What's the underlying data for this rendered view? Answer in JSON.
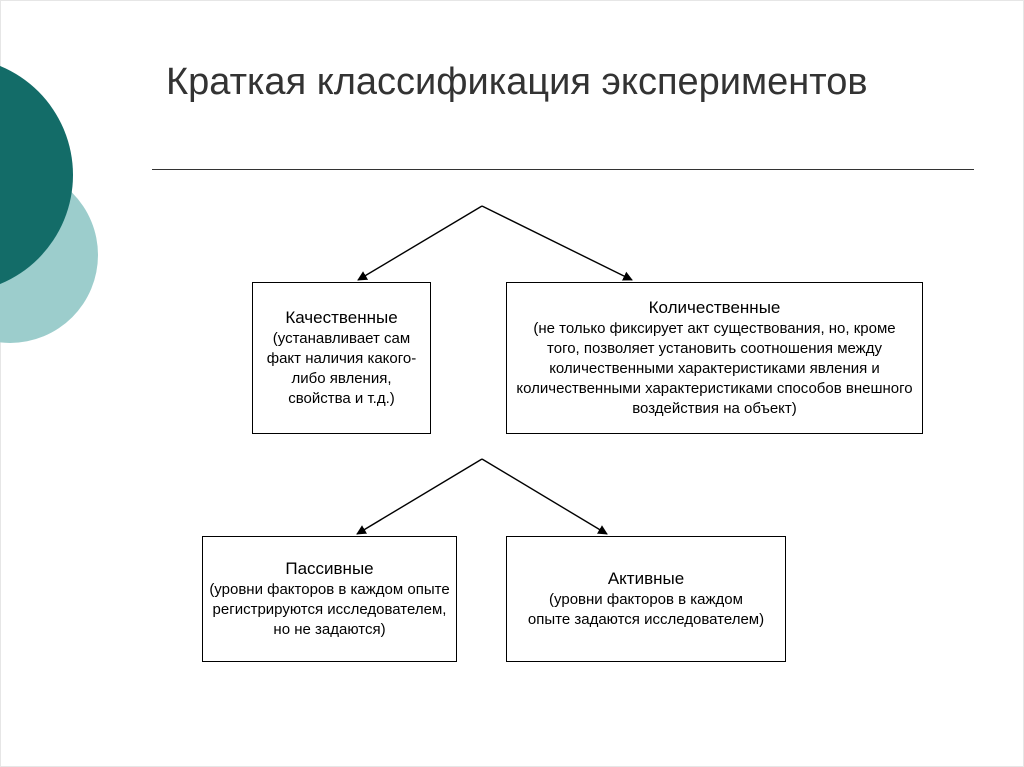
{
  "slide": {
    "title": "Краткая классификация экспериментов",
    "colors": {
      "accent_dark": "#136c68",
      "accent_light": "#9ccdcc",
      "rule": "#333333"
    }
  },
  "diagram": {
    "qualitative": {
      "heading": "Качественные",
      "description": "(устанавливает сам факт наличия какого-либо явления, свойства и т.д.)"
    },
    "quantitative": {
      "heading": "Количественные",
      "description": "(не только фиксирует акт существования, но, кроме того, позволяет установить соотношения между количественными характеристиками явления и количественными характеристиками способов внешного воздействия на объект)"
    },
    "passive": {
      "heading": "Пассивные",
      "description": "(уровни факторов в каждом опыте регистрируются исследователем, но не задаются)"
    },
    "active": {
      "heading": "Активные",
      "description": "(уровни факторов в каждом опыте задаются исследователем)"
    }
  }
}
